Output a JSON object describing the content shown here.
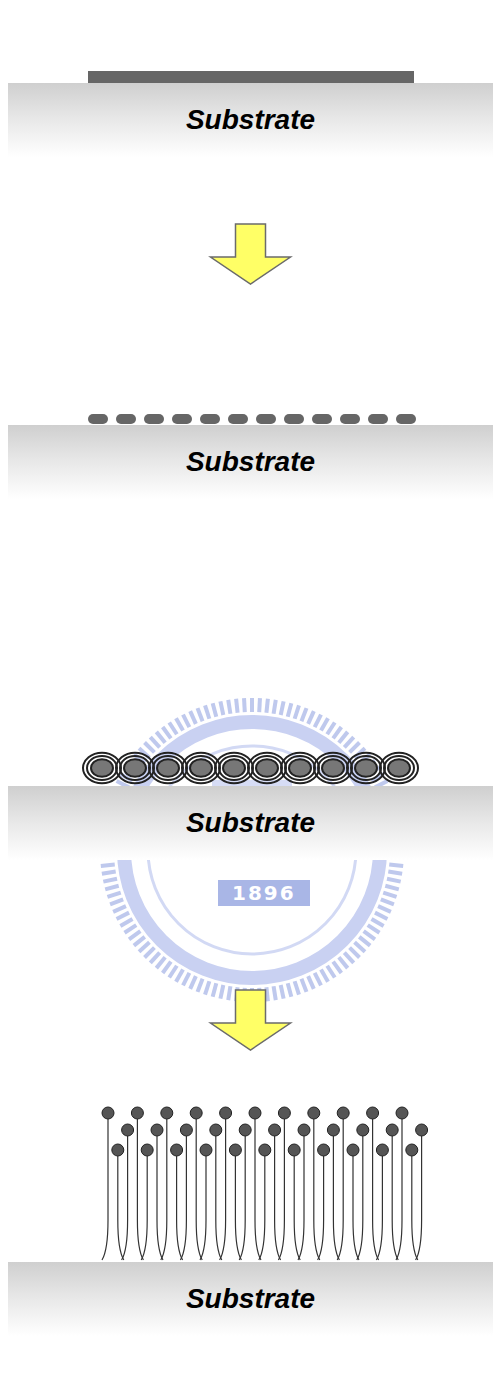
{
  "diagram": {
    "nodes": [
      {
        "text": [
          "Substrate"
        ]
      },
      {
        "text": [
          "Substrate"
        ]
      },
      {
        "text": [
          "Substrate"
        ]
      },
      {
        "text": [
          "Substrate"
        ]
      }
    ],
    "edges": [
      {
        "from": 0,
        "to": 1,
        "arrow": "to"
      },
      {
        "from": 2,
        "to": 3,
        "arrow": "to"
      }
    ],
    "labels": [
      "1896"
    ]
  }
}
